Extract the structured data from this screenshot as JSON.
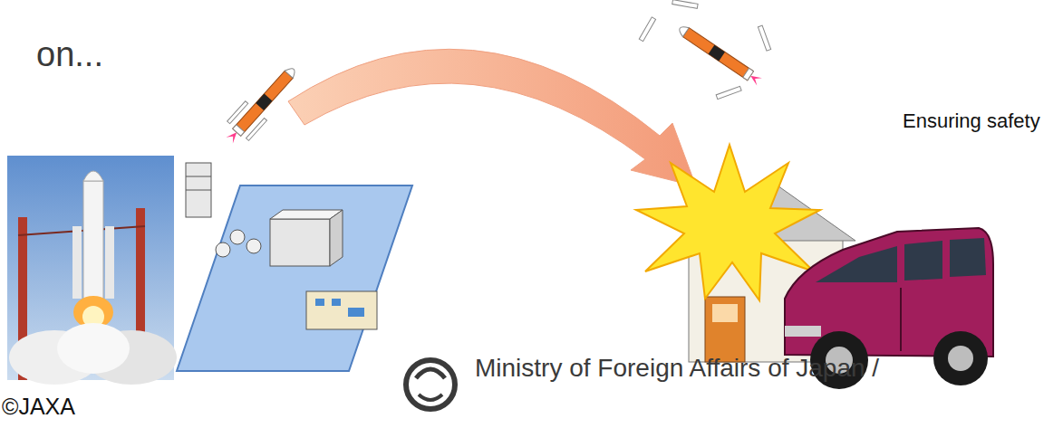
{
  "diagram": {
    "labels": [
      "on...",
      "Ensuring safety",
      "©JAXA",
      "Ministry of Foreign Affairs of Japan /"
    ]
  }
}
